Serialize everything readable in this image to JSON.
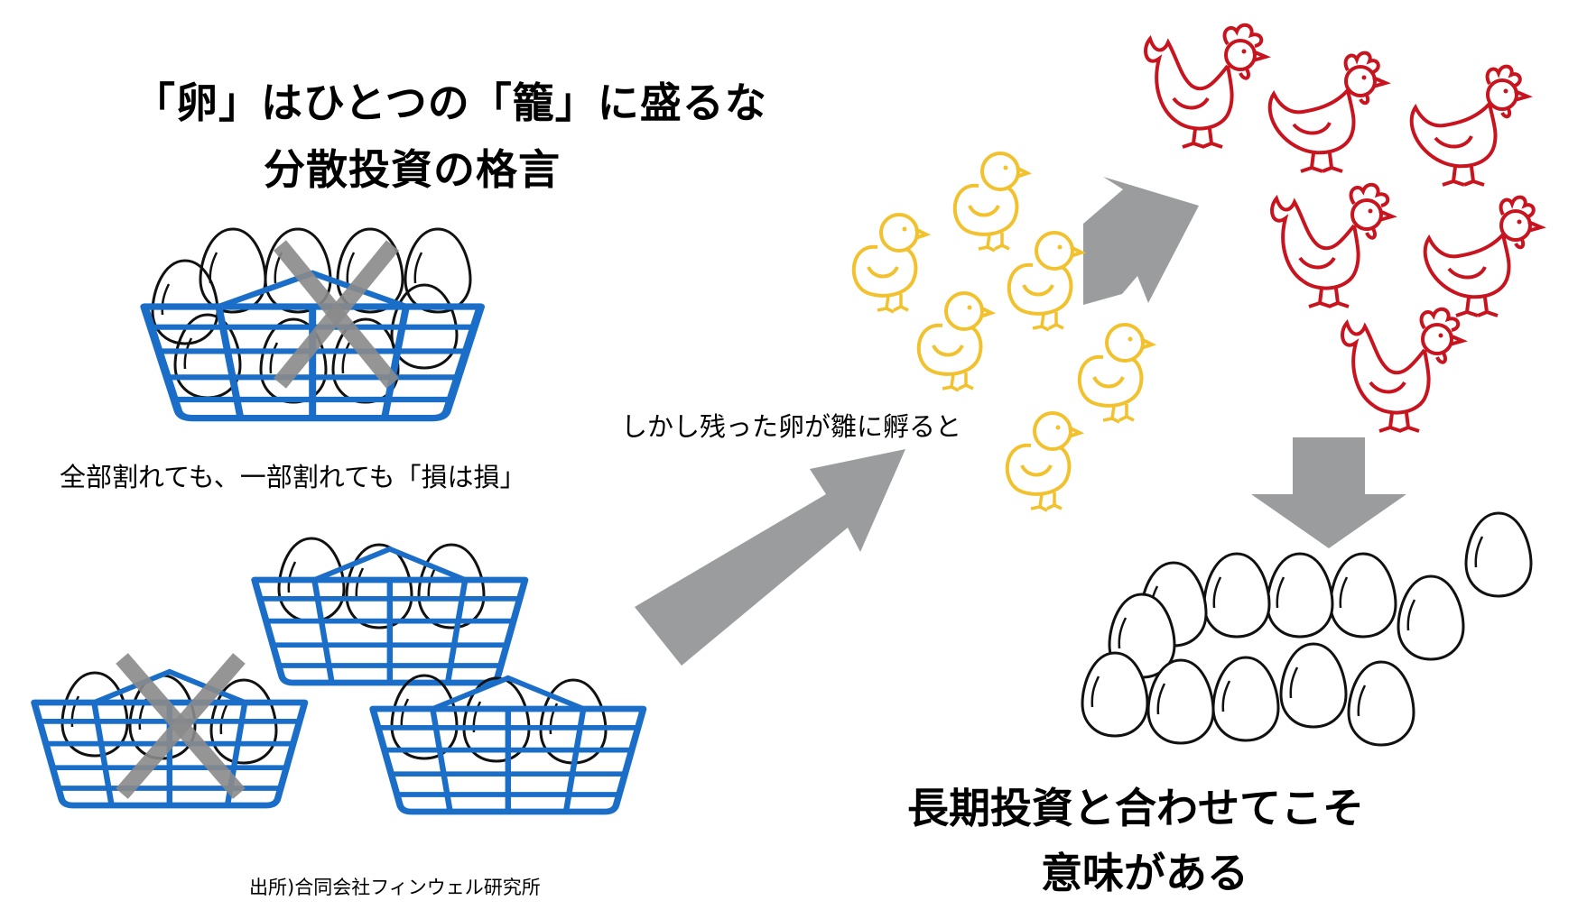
{
  "headline": {
    "line1": "「卵」はひとつの「籠」に盛るな",
    "line2": "分散投資の格言"
  },
  "left_caption": "全部割れても、一部割れても「損は損」",
  "middle_caption": "しかし残った卵が雛に孵ると",
  "conclusion": {
    "line1": "長期投資と合わせてこそ",
    "line2": "意味がある"
  },
  "source": "出所)合同会社フィンウェル研究所",
  "colors": {
    "basket": "#1a6ec8",
    "chick": "#f2c12e",
    "hen": "#c8141e",
    "arrow": "#9a9c9d",
    "cross": "#8a8a8a",
    "egg": "#111111"
  }
}
